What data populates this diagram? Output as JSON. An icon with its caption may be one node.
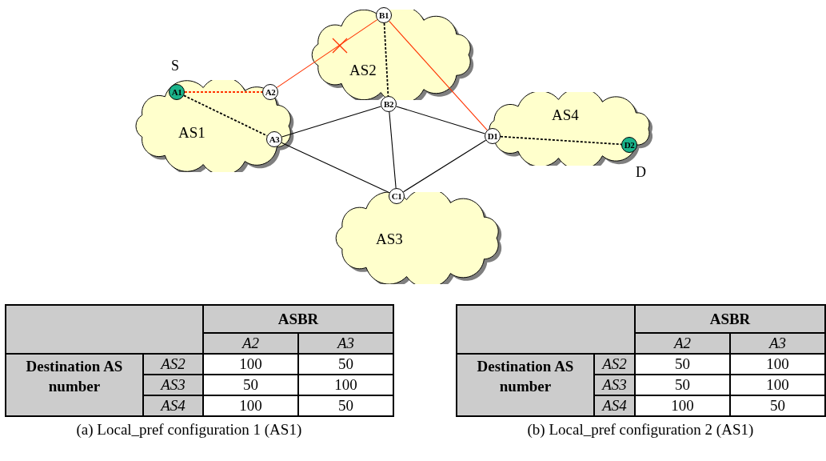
{
  "diagram": {
    "nodes": [
      {
        "text": [
          "AS1"
        ]
      },
      {
        "text": [
          "A1"
        ],
        "in": 0,
        "beside": [
          "S"
        ]
      },
      {
        "text": [
          "A2"
        ],
        "in": 0
      },
      {
        "text": [
          "A3"
        ],
        "in": 0
      },
      {
        "text": [
          "AS2"
        ]
      },
      {
        "text": [
          "B1"
        ],
        "in": 4
      },
      {
        "text": [
          "B2"
        ],
        "in": 4
      },
      {
        "text": [
          "AS3"
        ]
      },
      {
        "text": [
          "C1"
        ],
        "in": 7
      },
      {
        "text": [
          "AS4"
        ]
      },
      {
        "text": [
          "D1"
        ],
        "in": 9
      },
      {
        "text": [
          "D2"
        ],
        "in": 9,
        "beside": [
          "D"
        ]
      }
    ],
    "edges": [
      {
        "from": 1,
        "to": 2,
        "arrow": "none",
        "style": "dashed",
        "color": "#ff3300"
      },
      {
        "from": 1,
        "to": 3,
        "arrow": "none",
        "style": "dashed"
      },
      {
        "from": 2,
        "to": 5,
        "arrow": "none",
        "color": "#ff3300"
      },
      {
        "from": 5,
        "to": 6,
        "arrow": "none",
        "style": "dashed"
      },
      {
        "from": 5,
        "to": 10,
        "arrow": "none",
        "color": "#ff3300"
      },
      {
        "from": 3,
        "to": 6,
        "arrow": "none"
      },
      {
        "from": 3,
        "to": 8,
        "arrow": "none"
      },
      {
        "from": 6,
        "to": 8,
        "arrow": "none"
      },
      {
        "from": 6,
        "to": 10,
        "arrow": "none"
      },
      {
        "from": 8,
        "to": 10,
        "arrow": "none"
      },
      {
        "from": 10,
        "to": 11,
        "arrow": "none",
        "style": "dashed"
      }
    ],
    "labels": [
      "ASBR",
      "A2",
      "A3",
      "Destination AS number",
      "AS2",
      "100",
      "50",
      "AS3",
      "50",
      "100",
      "AS4",
      "100",
      "50",
      "(a) Local_pref configuration 1 (AS1)",
      "ASBR",
      "A2",
      "A3",
      "Destination AS number",
      "AS2",
      "50",
      "100",
      "AS3",
      "50",
      "100",
      "AS4",
      "100",
      "50",
      "(b) Local_pref configuration 2 (AS1)"
    ]
  }
}
